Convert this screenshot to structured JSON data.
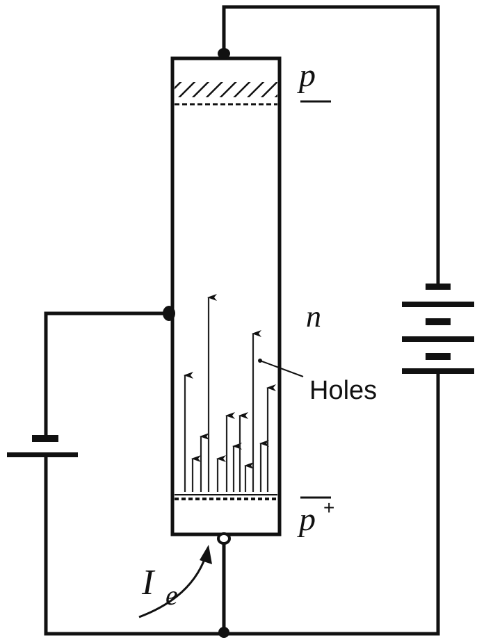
{
  "labels": {
    "p_top": "p",
    "n_region": "n",
    "holes": "Holes",
    "p_plus_base": "p",
    "p_plus_sup": "+",
    "current_base": "I",
    "current_sub": "e"
  },
  "colors": {
    "ink": "#111111",
    "background": "#ffffff"
  },
  "icons": {
    "emitter_battery": "battery-single-cell-icon",
    "collector_battery": "battery-multi-cell-icon",
    "current_arrow": "curved-arrow-icon"
  }
}
